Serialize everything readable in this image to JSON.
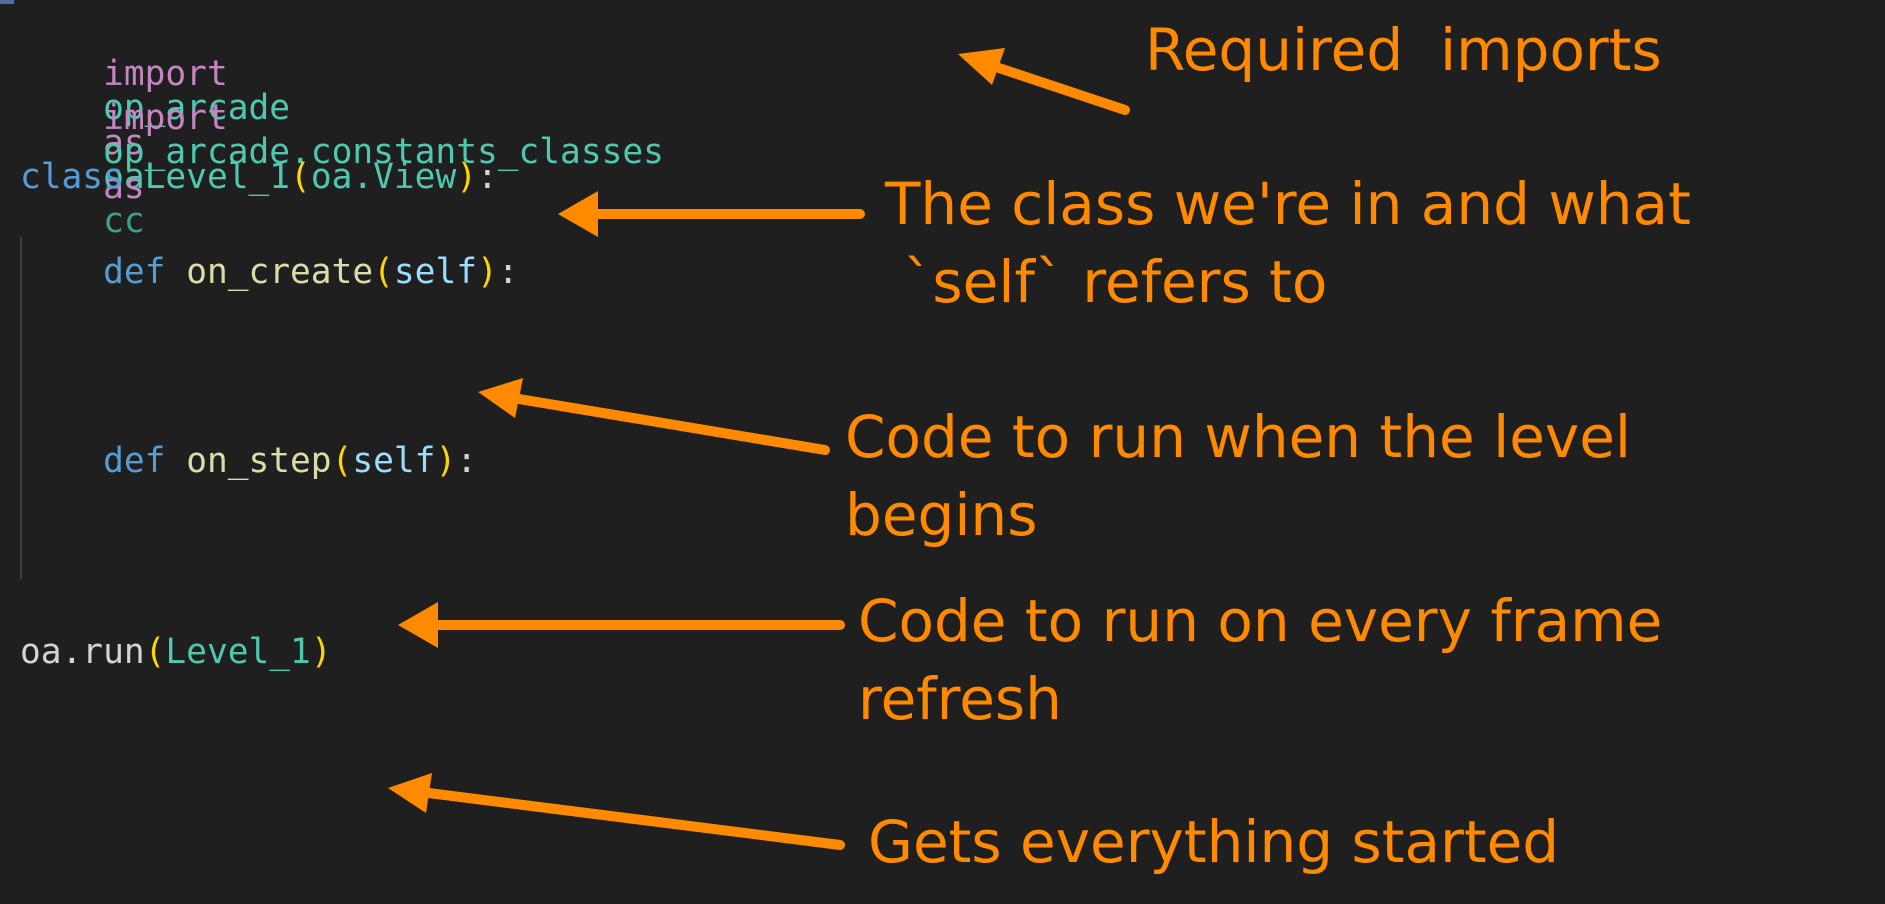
{
  "code": {
    "line1": {
      "kw": "import",
      "module": "op_arcade",
      "as": "as",
      "alias": "oa"
    },
    "line2": {
      "kw": "import",
      "module": "op_arcade.constants_classes",
      "as": "as",
      "alias": "cc"
    },
    "line3": {
      "kw": "class",
      "name": "Level_1",
      "open": "(",
      "base": "oa.View",
      "close": ")",
      "colon": ":"
    },
    "line4": {
      "kw": "def",
      "name": "on_create",
      "open": "(",
      "param": "self",
      "close": ")",
      "colon": ":"
    },
    "line5": {
      "kw": "def",
      "name": "on_step",
      "open": "(",
      "param": "self",
      "close": ")",
      "colon": ":"
    },
    "line6": {
      "prefix": "oa.run",
      "open": "(",
      "arg": "Level_1",
      "close": ")"
    }
  },
  "annotations": {
    "imports": "Required  imports",
    "class_line1": "The class we're in and what",
    "class_line2": " `self` refers to",
    "create_line1": "Code to run when the level",
    "create_line2": "begins",
    "step_line1": "Code to run on every frame",
    "step_line2": "refresh",
    "run": "Gets everything started"
  },
  "colors": {
    "background": "#1f1f1f",
    "annotation": "#ff8a00",
    "keyword_import": "#c586c0",
    "keyword_def": "#569cd6",
    "module": "#4ec9b0",
    "function": "#dcdcaa",
    "parameter": "#9cdcfe",
    "bracket": "#ffd700"
  }
}
